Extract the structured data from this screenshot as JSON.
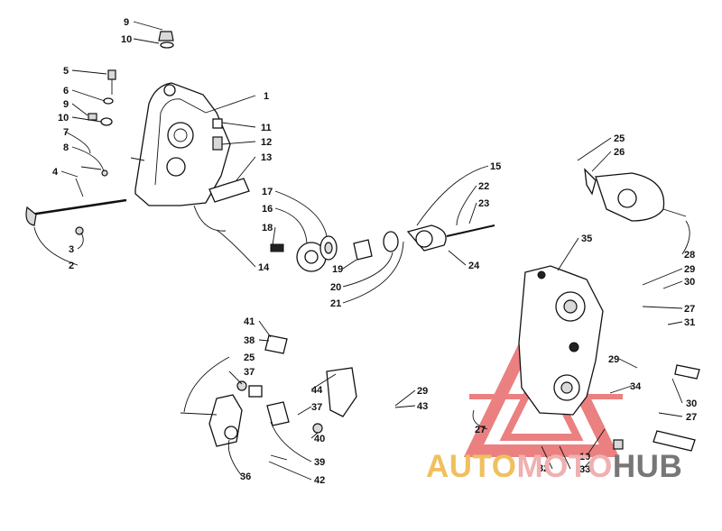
{
  "callouts": [
    {
      "id": "c9a",
      "label": "9"
    },
    {
      "id": "c10a",
      "label": "10"
    },
    {
      "id": "c5",
      "label": "5"
    },
    {
      "id": "c6",
      "label": "6"
    },
    {
      "id": "c9b",
      "label": "9"
    },
    {
      "id": "c10b",
      "label": "10"
    },
    {
      "id": "c7",
      "label": "7"
    },
    {
      "id": "c8",
      "label": "8"
    },
    {
      "id": "c4",
      "label": "4"
    },
    {
      "id": "c3",
      "label": "3"
    },
    {
      "id": "c2",
      "label": "2"
    },
    {
      "id": "c1",
      "label": "1"
    },
    {
      "id": "c11",
      "label": "11"
    },
    {
      "id": "c12",
      "label": "12"
    },
    {
      "id": "c13",
      "label": "13"
    },
    {
      "id": "c14",
      "label": "14"
    },
    {
      "id": "c17",
      "label": "17"
    },
    {
      "id": "c16",
      "label": "16"
    },
    {
      "id": "c18",
      "label": "18"
    },
    {
      "id": "c19",
      "label": "19"
    },
    {
      "id": "c20",
      "label": "20"
    },
    {
      "id": "c21",
      "label": "21"
    },
    {
      "id": "c15",
      "label": "15"
    },
    {
      "id": "c22",
      "label": "22"
    },
    {
      "id": "c23",
      "label": "23"
    },
    {
      "id": "c24",
      "label": "24"
    },
    {
      "id": "c25a",
      "label": "25"
    },
    {
      "id": "c26",
      "label": "26"
    },
    {
      "id": "c35",
      "label": "35"
    },
    {
      "id": "c28",
      "label": "28"
    },
    {
      "id": "c29a",
      "label": "29"
    },
    {
      "id": "c30a",
      "label": "30"
    },
    {
      "id": "c27a",
      "label": "27"
    },
    {
      "id": "c31",
      "label": "31"
    },
    {
      "id": "c29b",
      "label": "29"
    },
    {
      "id": "c34",
      "label": "34"
    },
    {
      "id": "c30b",
      "label": "30"
    },
    {
      "id": "c27b",
      "label": "27"
    },
    {
      "id": "c27c",
      "label": "27"
    },
    {
      "id": "c10c",
      "label": "10"
    },
    {
      "id": "c32",
      "label": "32"
    },
    {
      "id": "c33",
      "label": "33"
    },
    {
      "id": "c41",
      "label": "41"
    },
    {
      "id": "c38",
      "label": "38"
    },
    {
      "id": "c25b",
      "label": "25"
    },
    {
      "id": "c37a",
      "label": "37"
    },
    {
      "id": "c44",
      "label": "44"
    },
    {
      "id": "c29c",
      "label": "29"
    },
    {
      "id": "c43",
      "label": "43"
    },
    {
      "id": "c37b",
      "label": "37"
    },
    {
      "id": "c40",
      "label": "40"
    },
    {
      "id": "c39",
      "label": "39"
    },
    {
      "id": "c36",
      "label": "36"
    },
    {
      "id": "c42",
      "label": "42"
    }
  ],
  "watermark": {
    "segments": [
      {
        "text": "AUTO",
        "color": "#f0c060"
      },
      {
        "text": "MOTO",
        "color": "#f0b0b0"
      },
      {
        "text": "HUB",
        "color": "#777777"
      }
    ],
    "logo_color": "#e86a6a"
  }
}
